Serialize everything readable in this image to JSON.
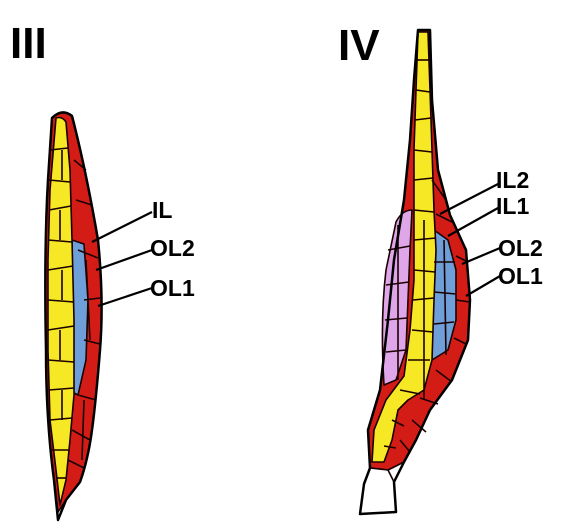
{
  "panels": [
    {
      "id": "III",
      "label": "III",
      "callouts": [
        "IL",
        "OL2",
        "OL1"
      ]
    },
    {
      "id": "IV",
      "label": "IV",
      "callouts": [
        "IL2",
        "IL1",
        "OL2",
        "OL1"
      ]
    }
  ],
  "colors": {
    "red": "#d41c17",
    "yellow": "#f7e826",
    "blue": "#6f9fd8",
    "lilac": "#e0a6ea",
    "white": "#ffffff"
  }
}
